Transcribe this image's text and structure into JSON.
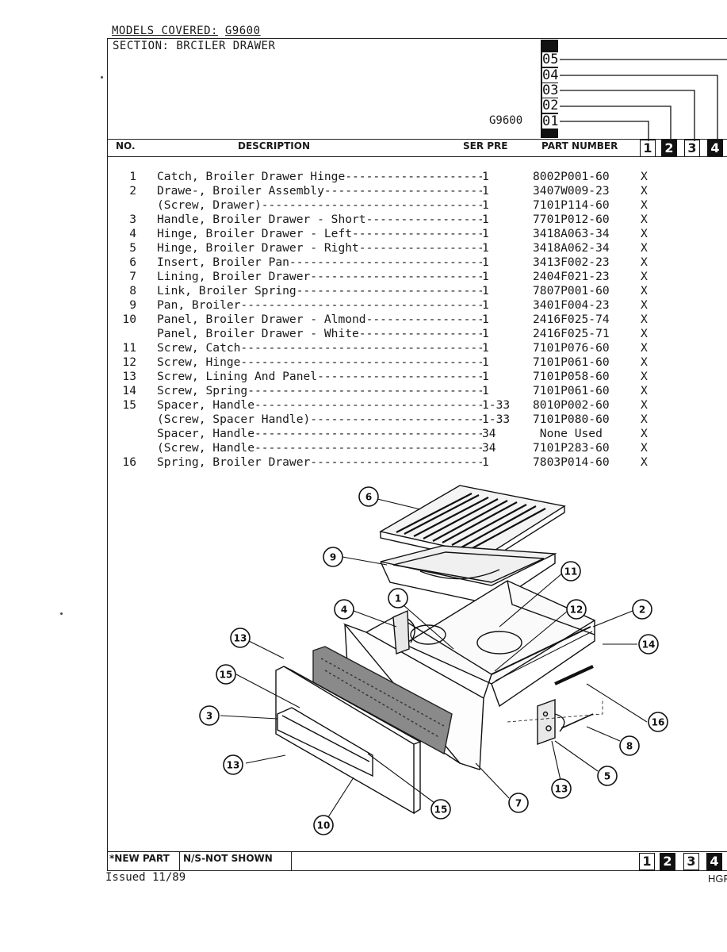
{
  "header": {
    "models_label": "MODELS COVERED:",
    "models_value": "G9600",
    "section_label": "SECTION:",
    "section_value": "BRCILER DRAWER",
    "model_code": "G9600",
    "revision_codes": [
      "05",
      "04",
      "03",
      "02",
      "01"
    ]
  },
  "columns": {
    "no": "NO.",
    "description": "DESCRIPTION",
    "ser_pre": "SER PRE",
    "part_number": "PART NUMBER",
    "boxes": [
      "1",
      "2",
      "3",
      "4"
    ]
  },
  "parts": [
    {
      "no": "1",
      "desc": "Catch, Broiler Drawer Hinge",
      "ser": "1",
      "pn": "8002P001-60",
      "x": "X"
    },
    {
      "no": "2",
      "desc": "Drawe-, Broiler Assembly",
      "ser": "1",
      "pn": "3407W009-23",
      "x": "X"
    },
    {
      "no": "",
      "desc": "  (Screw, Drawer)",
      "ser": "1",
      "pn": "7101P114-60",
      "x": "X"
    },
    {
      "no": "3",
      "desc": "Handle, Broiler Drawer - Short",
      "ser": "1",
      "pn": "7701P012-60",
      "x": "X"
    },
    {
      "no": "4",
      "desc": "Hinge, Broiler Drawer - Left",
      "ser": "1",
      "pn": "3418A063-34",
      "x": "X"
    },
    {
      "no": "5",
      "desc": "Hinge, Broiler Drawer - Right",
      "ser": "1",
      "pn": "3418A062-34",
      "x": "X"
    },
    {
      "no": "6",
      "desc": "Insert, Broiler Pan",
      "ser": "1",
      "pn": "3413F002-23",
      "x": "X"
    },
    {
      "no": "7",
      "desc": "Lining, Broiler Drawer",
      "ser": "1",
      "pn": "2404F021-23",
      "x": "X"
    },
    {
      "no": "8",
      "desc": "Link, Broiler Spring",
      "ser": "1",
      "pn": "7807P001-60",
      "x": "X"
    },
    {
      "no": "9",
      "desc": "Pan, Broiler",
      "ser": "1",
      "pn": "3401F004-23",
      "x": "X"
    },
    {
      "no": "10",
      "desc": "Panel, Broiler Drawer - Almond",
      "ser": "1",
      "pn": "2416F025-74",
      "x": "X"
    },
    {
      "no": "",
      "desc": "Panel, Broiler Drawer - White",
      "ser": "1",
      "pn": "2416F025-71",
      "x": "X"
    },
    {
      "no": "11",
      "desc": "Screw, Catch",
      "ser": "1",
      "pn": "7101P076-60",
      "x": "X"
    },
    {
      "no": "12",
      "desc": "Screw, Hinge",
      "ser": "1",
      "pn": "7101P061-60",
      "x": "X"
    },
    {
      "no": "13",
      "desc": "Screw, Lining And Panel",
      "ser": "1",
      "pn": "7101P058-60",
      "x": "X"
    },
    {
      "no": "14",
      "desc": "Screw, Spring",
      "ser": "1",
      "pn": "7101P061-60",
      "x": "X"
    },
    {
      "no": "15",
      "desc": "Spacer, Handle",
      "ser": "1-33",
      "pn": "8010P002-60",
      "x": "X"
    },
    {
      "no": "",
      "desc": "  (Screw, Spacer Handle)",
      "ser": "1-33",
      "pn": "7101P080-60",
      "x": "X"
    },
    {
      "no": "",
      "desc": "Spacer, Handle",
      "ser": "34",
      "pn": " None Used",
      "x": "X"
    },
    {
      "no": "",
      "desc": "  (Screw, Handle",
      "ser": "34",
      "pn": "7101P283-60",
      "x": "X"
    },
    {
      "no": "16",
      "desc": "Spring, Broiler Drawer",
      "ser": "1",
      "pn": "7803P014-60",
      "x": "X"
    }
  ],
  "diagram": {
    "callouts": [
      "6",
      "9",
      "11",
      "1",
      "4",
      "12",
      "2",
      "14",
      "13",
      "15",
      "3",
      "16",
      "8",
      "5",
      "13",
      "13",
      "7",
      "15",
      "10"
    ]
  },
  "footer": {
    "new_part": "*NEW PART",
    "not_shown": "N/S-NOT SHOWN",
    "boxes": [
      "1",
      "2",
      "3",
      "4"
    ],
    "issued": "Issued 11/89",
    "code": "HGF"
  }
}
